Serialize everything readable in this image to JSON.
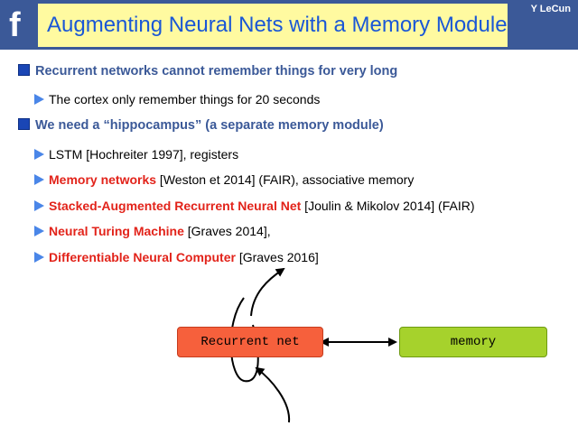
{
  "header": {
    "logo": "f",
    "title": "Augmenting Neural Nets with a Memory Module",
    "author": "Y LeCun"
  },
  "bullets": [
    {
      "level": 1,
      "text": "Recurrent networks cannot remember things for very long"
    },
    {
      "level": 2,
      "text": "The cortex only remember things for 20 seconds"
    },
    {
      "level": 1,
      "text": "We need a “hippocampus” (a separate memory module)"
    },
    {
      "level": 2,
      "text": "LSTM [Hochreiter 1997], registers"
    },
    {
      "level": 2,
      "emph": "Memory networks",
      "rest": " [Weston et 2014] (FAIR), associative memory"
    },
    {
      "level": 2,
      "emph": "Stacked-Augmented Recurrent Neural Net",
      "rest": " [Joulin & Mikolov 2014] (FAIR)"
    },
    {
      "level": 2,
      "emph": "Neural Turing Machine",
      "rest": " [Graves 2014],"
    },
    {
      "level": 2,
      "emph": "Differentiable Neural Computer",
      "rest": " [Graves 2016]"
    }
  ],
  "diagram": {
    "recurrent_label": "Recurrent net",
    "memory_label": "memory"
  },
  "colors": {
    "header_bg": "#3b5998",
    "title_bg": "#fffaa0",
    "title_text": "#1a57d6",
    "emphasis": "#e2231a",
    "recurrent_box": "#f6603c",
    "memory_box": "#a6d22c"
  }
}
